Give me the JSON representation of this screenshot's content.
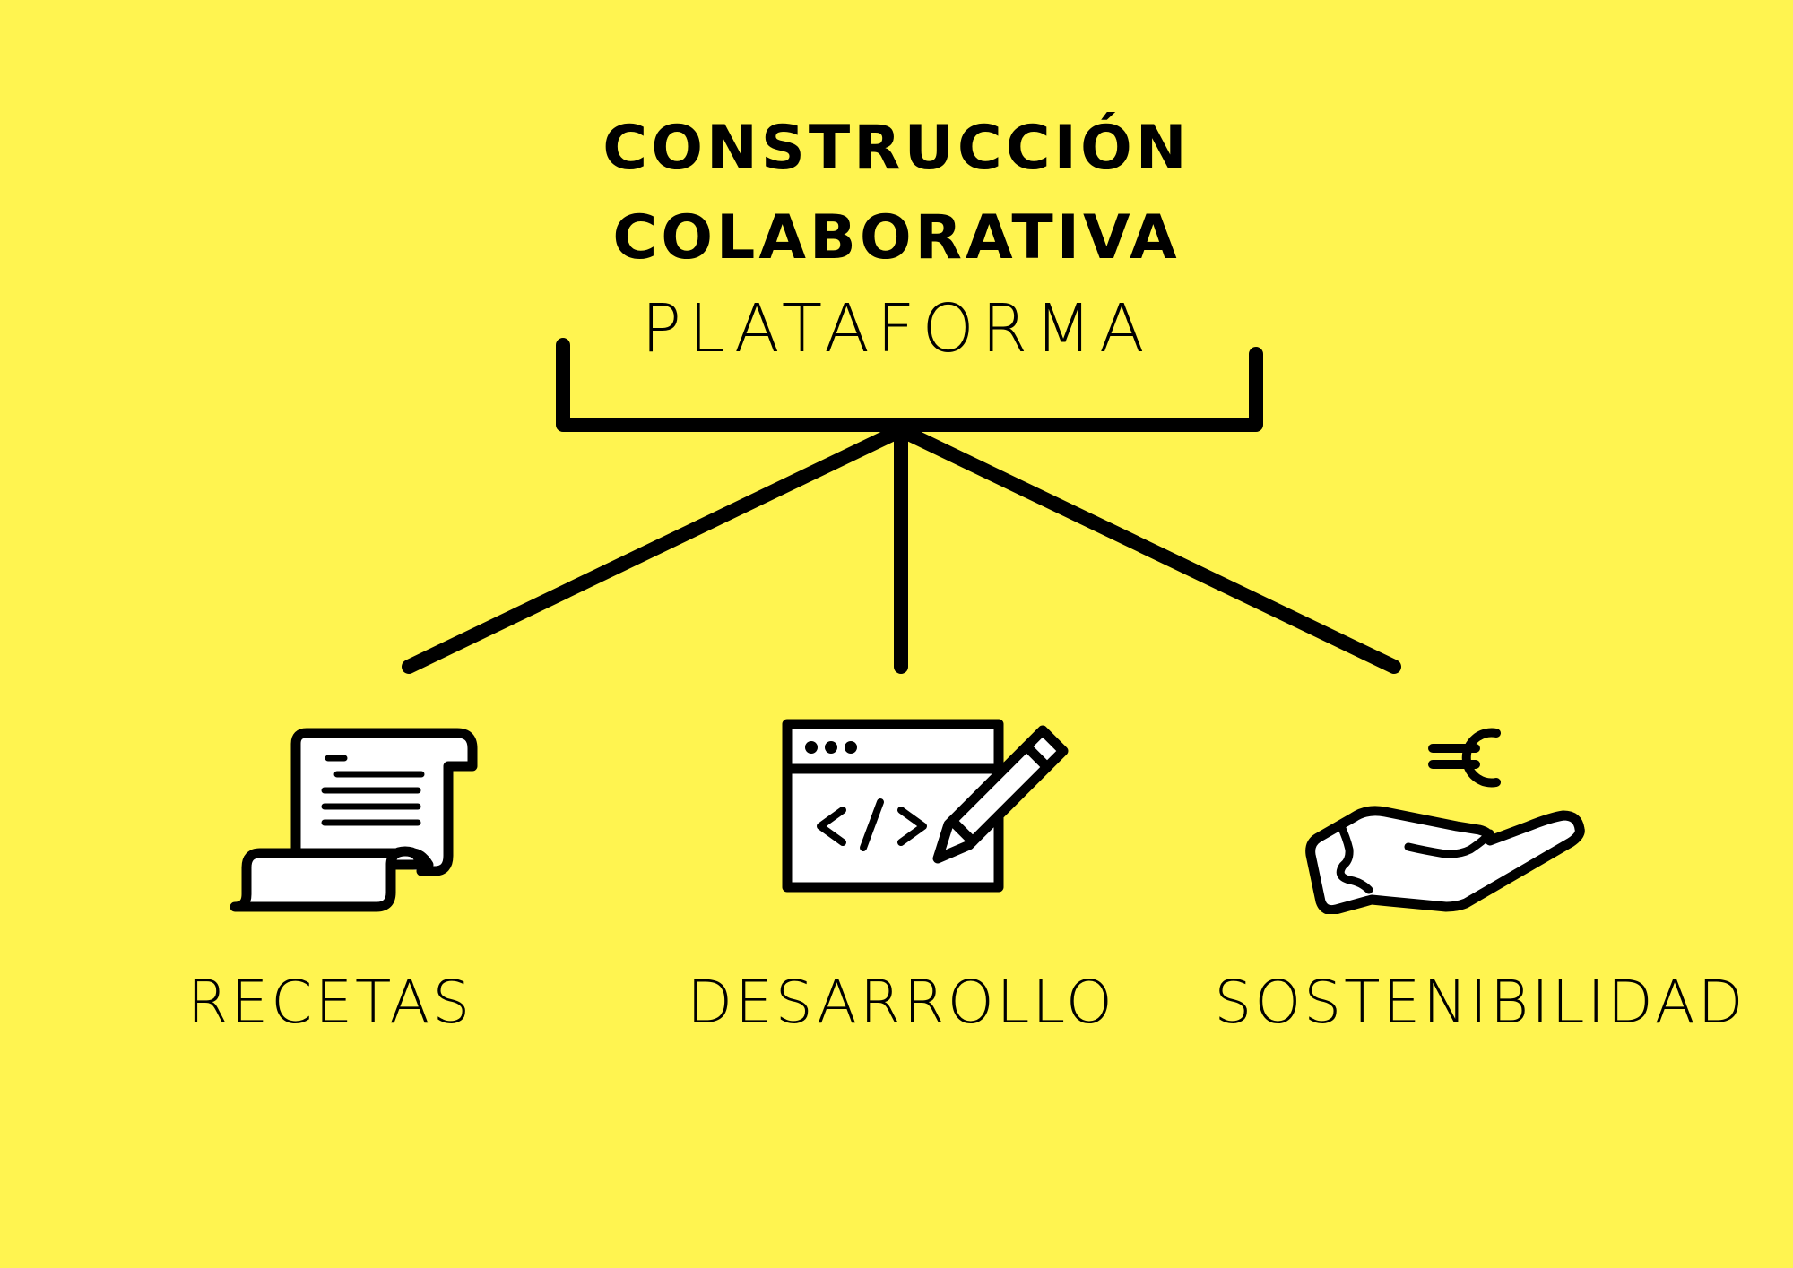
{
  "title": {
    "line1": "CONSTRUCCIÓN",
    "line2": "COLABORATIVA"
  },
  "subtitle": "PLATAFORMA",
  "colors": {
    "background": "#fff450",
    "ink": "#000000",
    "icon_fill": "#ffffff"
  },
  "branches": [
    {
      "label": "RECETAS",
      "icon": "recipe-scroll-icon"
    },
    {
      "label": "DESARROLLO",
      "icon": "code-window-pencil-icon"
    },
    {
      "label": "SOSTENIBILIDAD",
      "icon": "hand-euro-icon"
    }
  ]
}
